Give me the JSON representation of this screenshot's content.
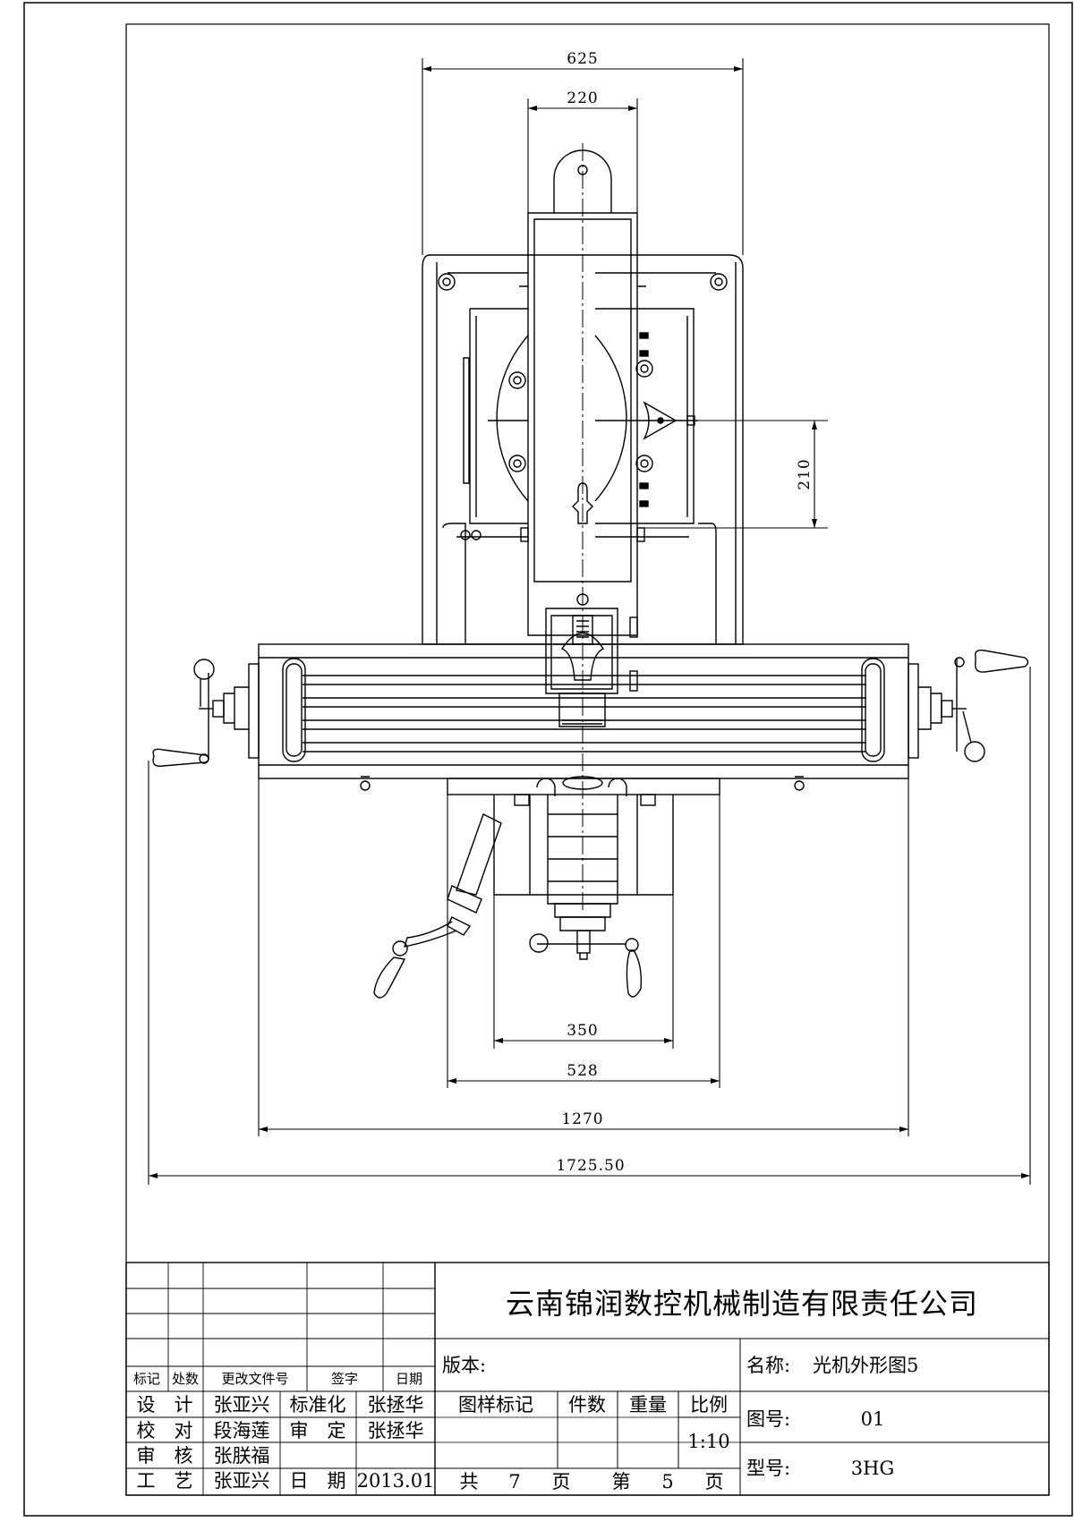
{
  "dimensions": {
    "overall_width": "625",
    "column_width": "220",
    "table_offset": "210",
    "base_inner": "350",
    "base_outer": "528",
    "table_length": "1270",
    "total_length": "1725.50"
  },
  "title_block": {
    "company": "云南锦润数控机械制造有限责任公司",
    "version_label": "版本:",
    "name_label": "名称:",
    "name_value": "光机外形图5",
    "drawing_no_label": "图号:",
    "drawing_no_value": "01",
    "model_label": "型号:",
    "model_value": "3HG",
    "headers": {
      "mark": "标记",
      "count": "处数",
      "change_doc": "更改文件号",
      "signature": "签字",
      "date": "日期"
    },
    "roles": [
      {
        "role": "设　计",
        "person": "张亚兴",
        "role2": "标准化",
        "person2": "张拯华"
      },
      {
        "role": "校　对",
        "person": "段海莲",
        "role2": "审　定",
        "person2": "张拯华"
      },
      {
        "role": "审　核",
        "person": "张朕福",
        "role2": "",
        "person2": ""
      },
      {
        "role": "工　艺",
        "person": "张亚兴",
        "role2": "日　期",
        "person2": "2013.01"
      }
    ],
    "sample_mark_label": "图样标记",
    "quantity_label": "件数",
    "weight_label": "重量",
    "scale_label": "比例",
    "scale_value": "1:10",
    "total_label": "共",
    "total_pages": "7",
    "page_unit": "页",
    "current_label": "第",
    "current_page": "5",
    "page_unit2": "页"
  }
}
